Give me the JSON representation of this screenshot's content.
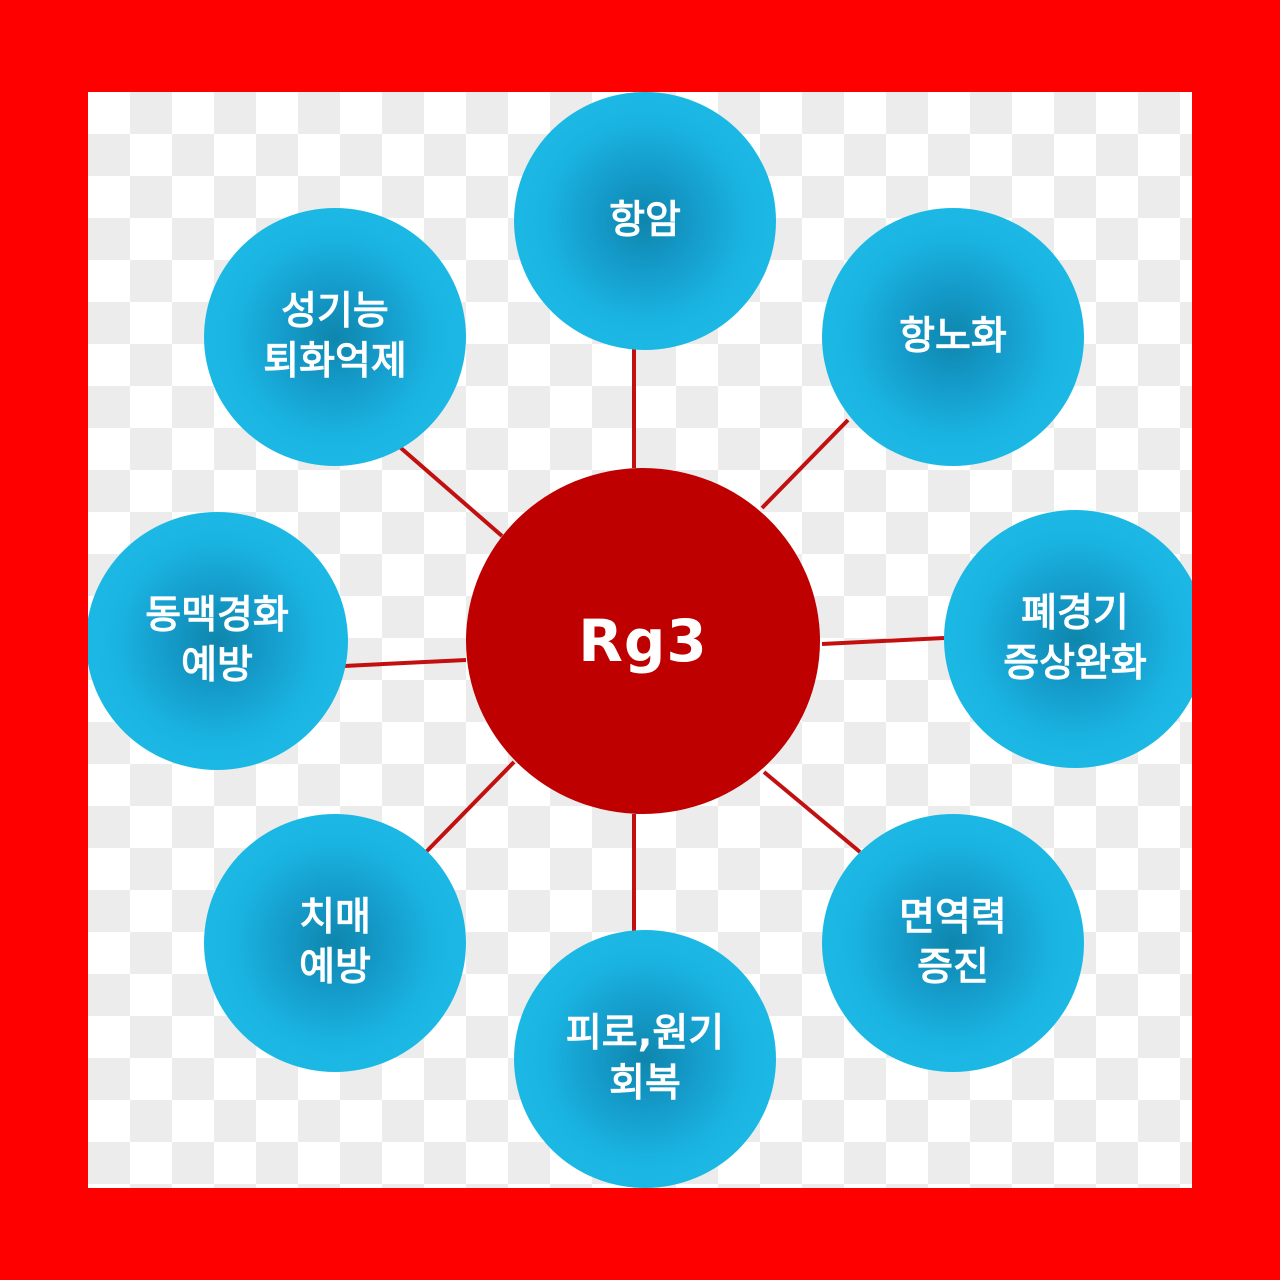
{
  "colors": {
    "frame": "#ff0000",
    "center_fill": "#be0000",
    "node_fill": "#1ab4e2",
    "connector": "#c21010"
  },
  "center": {
    "label": "Rg3"
  },
  "nodes": [
    {
      "id": "top",
      "label": "항암"
    },
    {
      "id": "top-right",
      "label": "항노화"
    },
    {
      "id": "right",
      "label": "폐경기\n증상완화"
    },
    {
      "id": "bottom-right",
      "label": "면역력\n증진"
    },
    {
      "id": "bottom",
      "label": "피로,원기\n회복"
    },
    {
      "id": "bottom-left",
      "label": "치매\n예방"
    },
    {
      "id": "left",
      "label": "동맥경화\n예방"
    },
    {
      "id": "top-left",
      "label": "성기능\n퇴화억제"
    }
  ]
}
